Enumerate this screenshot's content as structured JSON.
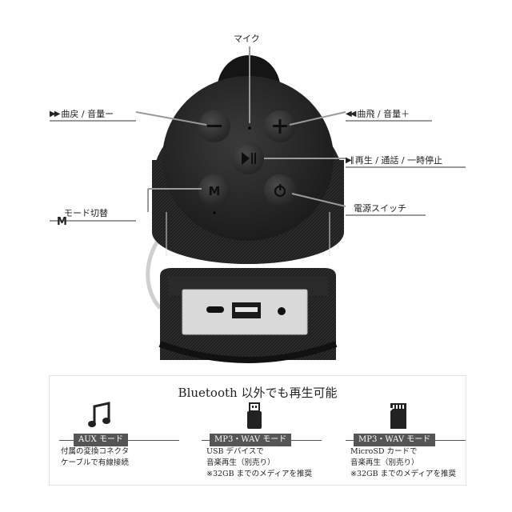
{
  "labels": {
    "mic": "マイク",
    "prev": "曲戻 / 音量ー",
    "next": "曲飛 / 音量＋",
    "play": "再生 / 通話 / 一時停止",
    "mode": "モード切替",
    "power": "電源スイッチ",
    "mode_letter": "M"
  },
  "icons": {
    "prev": "rewind-icon",
    "next": "fast-forward-icon",
    "play": "play-pause-icon",
    "note": "music-note-icon",
    "usb": "usb-icon",
    "sd": "sd-card-icon"
  },
  "panel": {
    "title": "Bluetooth 以外でも再生可能",
    "modes": [
      {
        "tag": "AUX モード",
        "lines": [
          "付属の変換コネクタ",
          "ケーブルで有線接続"
        ]
      },
      {
        "tag": "MP3・WAV モード",
        "lines": [
          "USB デバイスで",
          "音楽再生（別売り）",
          "※32GB までのメディアを推奨"
        ]
      },
      {
        "tag": "MP3・WAV モード",
        "lines": [
          "MicroSD カードで",
          "音楽再生（別売り）",
          "※32GB までのメディアを推奨"
        ]
      }
    ]
  },
  "colors": {
    "speaker_body": "#1a1a1a",
    "leader": "#9a9a9a",
    "tag_bg": "#555555"
  }
}
